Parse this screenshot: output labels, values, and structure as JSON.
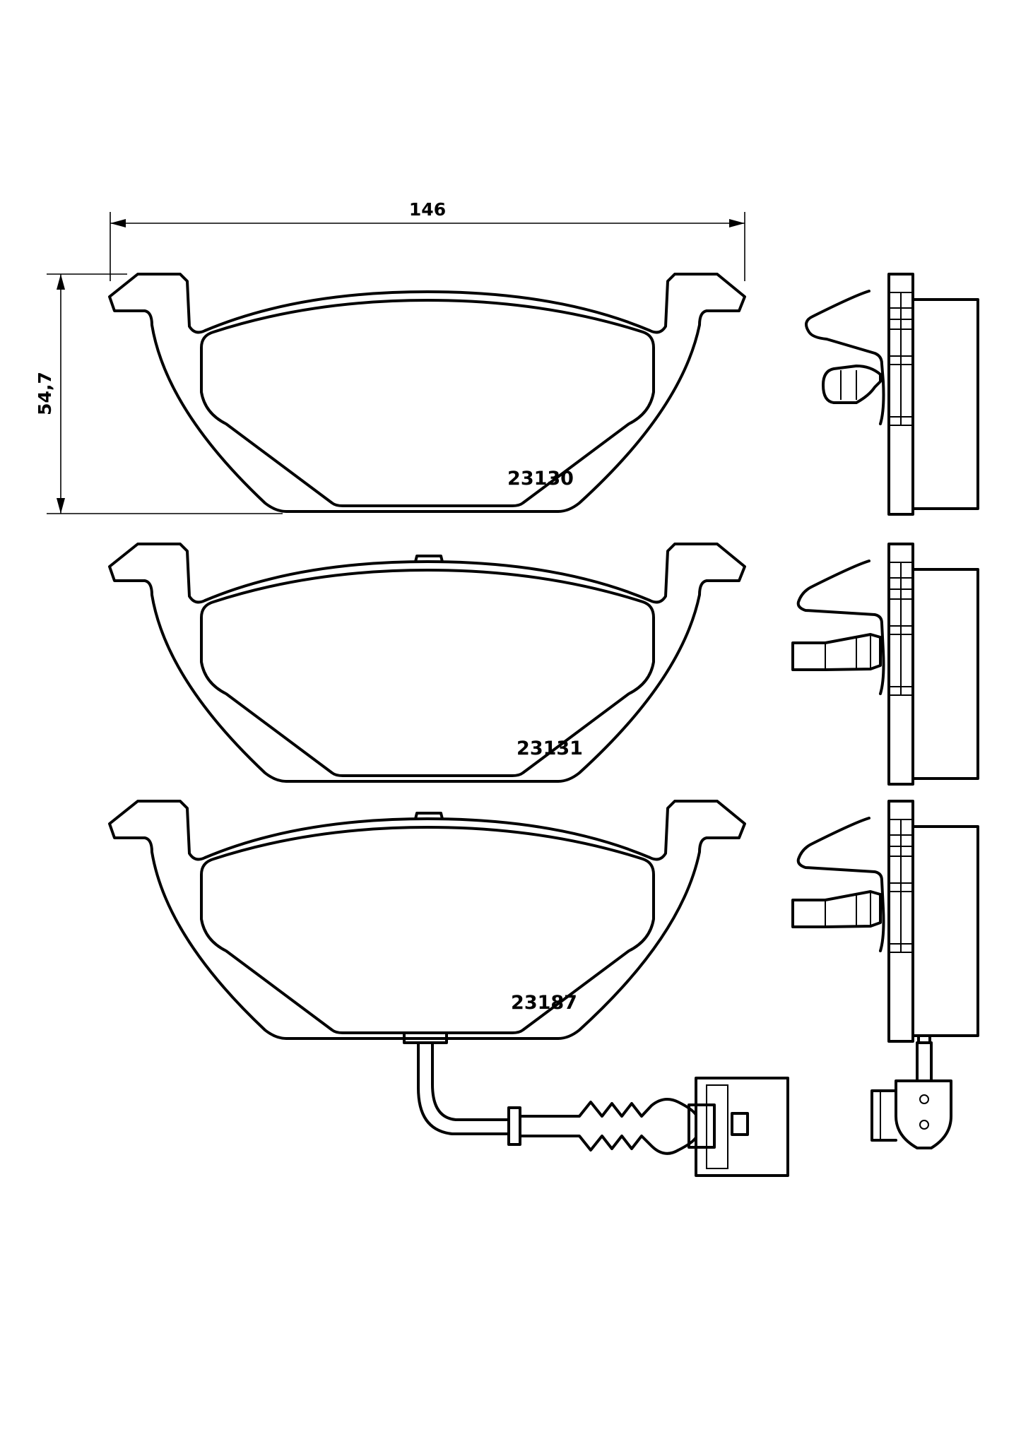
{
  "dimensions": {
    "width": "146",
    "height": "54,7"
  },
  "pads": [
    {
      "part_number": "23130"
    },
    {
      "part_number": "23131"
    },
    {
      "part_number": "23187"
    }
  ]
}
